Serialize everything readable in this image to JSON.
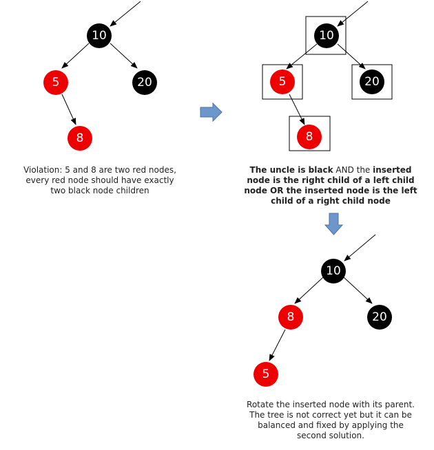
{
  "colors": {
    "red_node": "#ee0000",
    "black_node": "#000000",
    "node_text": "#ffffff",
    "arrow_fill": "#6d96cb",
    "arrow_stroke": "#4d73a8"
  },
  "tree_before": {
    "root": "10",
    "left": "5",
    "right": "20",
    "left_right_child": "8"
  },
  "tree_boxed": {
    "root": "10",
    "left": "5",
    "right": "20",
    "left_right_child": "8"
  },
  "tree_after": {
    "root": "10",
    "left": "8",
    "right": "20",
    "left_left_child": "5"
  },
  "captions": {
    "violation": {
      "line1": "Violation: 5 and 8 are two red nodes,",
      "line2": "every red node should have exactly",
      "line3": "two black node children"
    },
    "condition": {
      "l1_a": "The uncle is black",
      "l1_b": " AND the ",
      "l1_c": "inserted",
      "l2": "node is the right child of a left child",
      "l3": "node OR the inserted node is the left",
      "l4": "child of a right child node"
    },
    "rotation": {
      "line1": "Rotate the inserted node with its parent.",
      "line2": "The tree is not correct yet but it can be",
      "line3": "balanced and fixed by applying the",
      "line4": "second solution."
    }
  }
}
